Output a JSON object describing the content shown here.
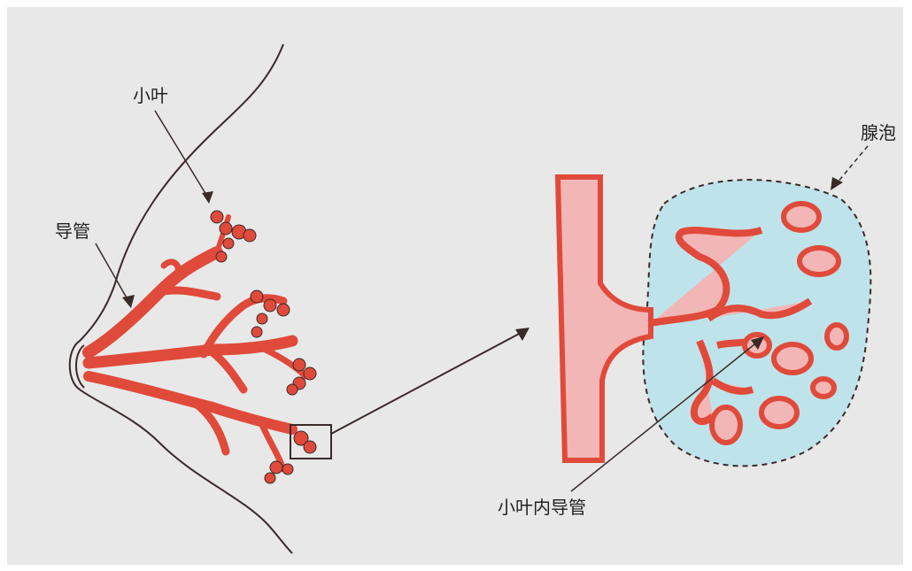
{
  "labels": {
    "lobule": "小叶",
    "duct": "导管",
    "alveolus": "腺泡",
    "intralobular_duct": "小叶内导管"
  },
  "colors": {
    "background": "#e8e8e8",
    "duct_red": "#e04a3a",
    "duct_inner": "#f2b6b6",
    "acinus_fill": "#bfe3ea",
    "outline": "#3a2a2a"
  }
}
